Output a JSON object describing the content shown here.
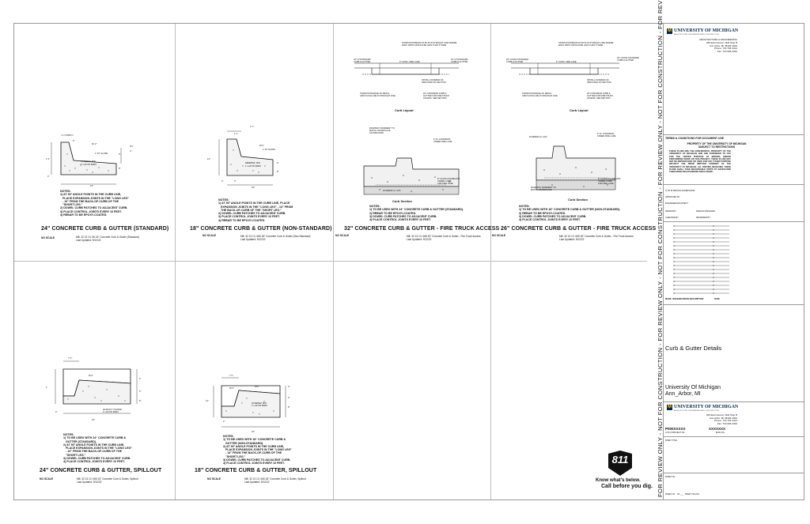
{
  "details": [
    {
      "title": "24\" CONCRETE CURB & GUTTER (STANDARD)",
      "scale": "NO SCALE",
      "ref": "M8: 32 13 13 .06 24\" Concrete Curb & Gutter (Standard)",
      "updated": "Last Updated: 9/12/22",
      "notes": "NOTES:\n1) AT 90° ANGLE POINTS IN THE CURB LINE,\n   PLACE EXPANSION JOINTS IN THE \"LONG LEG\"\n   - 10\" FROM THE BACK-OF-CURB OF THE\n   \"SHORT LEG.\"\n2) DOWEL CURB PATCHES TO ADJACENT CURB.\n3) PLACE CONTROL JOINTS EVERY 10 FEET.\n4) REBAR TO BE EPOXY-COATED.",
      "labels": [
        "7 ½\"",
        "6\"",
        "R= 2\"",
        "1\" PT. SLOPE",
        "#4 REBAR, MIN.",
        "1' LAP ON BARS",
        "24\"",
        "6\"",
        "4\"",
        "8\"",
        "1' 4\"",
        "3½\"",
        "¾\""
      ]
    },
    {
      "title": "18\" CONCRETE CURB & GUTTER (NON-STANDARD)",
      "scale": "NO SCALE",
      "ref": "M8: 32 13 13 .065 18\" Concrete Curb & Gutter (Non-Standard)",
      "updated": "Last Updated: 9/12/22",
      "notes": "NOTES:\n1) AT 90° ANGLE POINTS IN THE CURB LINE, PLACE\n   EXPANSION JOINTS IN THE \"LONG LEG\" - 13\" FROM\n   THE BACK-OF-CURB OF THE \"SHORT LEG.\"\n2) DOWEL CURB PATCHES TO ADJACENT CURB.\n3) PLACE CONTROL JOINTS EVERY 10 FEET.\n4) REBAR TO BE EPOXY-COATED.",
      "labels": [
        "1 ¼\"",
        "1 ¾\"",
        "R=2\"",
        "1\" PT SLOPE",
        "#4 REBAR, MIN.",
        "1' LAP ON BARS",
        "18\"",
        "14\"",
        "8\"",
        "4\"",
        "6\"",
        "4\""
      ]
    },
    {
      "title": "32\" CONCRETE CURB & GUTTER - FIRE TRUCK ACCESS",
      "scale": "NO SCALE",
      "ref": "M8: 32 13 13 .068 32\" Concrete Curb & Gutter - Fire Truck Access",
      "updated": "Last Updated: 9/12/22",
      "sub1": "Curb Layout",
      "sub2": "Curb Section",
      "notes": "NOTES:\n1) TO BE USED WITH 24\" CONCRETE CURB & GUTTER (STANDARD).\n2) REBAR TO BE EPOXY-COATED.\n3) DOWEL CURB PATCHES TO ADJACENT CURB.\n4) PLACE CONTROL JOINTS EVERY 10 FEET.",
      "labels": [
        "TRANSITION BEGIN AT 80 40 IN STRAIGHT LINE WHERE\nWALK WIDTH WOULD BE LESS THAN 5' WIDE",
        "24\" of STANDARD\nCURB & GUTTER",
        "6\" CONC. FIRE LANE",
        "24\" of STANDARD\nCURB & GUTTER",
        "INSTALL #4 REBAR AS\nINDICATED ON SECTION",
        "TRANSITION EDGE OF METAL\nAND FLUSH LINE IN STRAIGHT LINE",
        "32\" CONCRETE CURB &\nGUTTER FOR FIRE TRUCK\nACCESS. SEE SECTION",
        "ROADWAY PAVEMENT TO\nMATCH OR REPLACE\nAS INDICATED",
        "6\" FL CONCRETE\nUNDER FIRE LANE",
        "#4 REBAR (2' LAP)",
        "8\" CLASS AGGREGATE\nUNDER CURB,\nAND FIRE LANE"
      ]
    },
    {
      "title": "26\" CONCRETE CURB & GUTTER - FIRE TRUCK ACCESS",
      "scale": "NO SCALE",
      "ref": "M8: 32 13 13 .069 26\" Concrete Curb & Gutter - Fire Truck Access",
      "updated": "Last Updated: 9/12/22",
      "sub1": "Curb Layout",
      "sub2": "Curb Section",
      "notes": "NOTES:\n1) TO BE USED WITH 18\" CONCRETE CURB & GUTTER (NON-STANDARD).\n2) REBAR TO BE EPOXY-COATED.\n3) DOWEL CURB PATCHES TO ADJACENT CURB.\n4) PLACE CONTROL JOINTS EVERY 10 FEET.",
      "labels": [
        "TRANSITION BEGIN AT 80 40 IN STRAIGHT LINE WHERE\nWALK WIDTH WOULD BE LESS THAN 5' WIDE",
        "18\" of NON-STANDARD\nCURB & GUTTER",
        "6\" CONC. FIRE LANE",
        "18\" of NON-STANDARD\nCURB & GUTTER",
        "INSTALL #4 REBAR AS\nINDICATED ON SECTION",
        "TRANSITION EDGE OF METAL\nAND FLUSH LINE IN STRAIGHT LINE",
        "26\" CONCRETE CURB &\nGUTTER FOR FIRE TRUCK\nACCESS. SEE SECTION",
        "#4 REBAR (2' LAP)",
        "6\" FL CONCRETE\nUNDER FIRE LANE",
        "ROADWAY PAVEMENT TO\nMATCH OR REPLACE",
        "8\" CLASS AGGREGATE\nUNDER CURB,\nAND FIRE LANE"
      ]
    },
    {
      "title": "24\" CONCRETE CURB & GUTTER, SPILLOUT",
      "scale": "NO SCALE",
      "ref": "M8: 32 13 13 .065 24\" Concrete Curb & Gutter, Spillout",
      "updated": "Last Updated: 9/12/22",
      "notes": "NOTES:\n1) TO BE USED WITH 24\" CONCRETE CURB &\n   GUTTER (STANDARD).\n2) AT 90° ANGLE POINTS IN THE CURB LINE,\n   PLACE EXPANSION JOINTS IN THE \"LONG LEG\"\n   - 13\" FROM THE BACK-OF-CURB OF THE\n   \"SHORT LEG.\"\n3) DOWEL CURB PATCHES TO ADJACENT CURB.\n4) PLACE CONTROL JOINTS EVERY 10 FEET.",
      "labels": [
        "7 ½\"",
        "R=2\"",
        "1'",
        "3\"",
        "6\"",
        "24\"",
        "8\"",
        "4\"",
        "#4 EPOXY COATED\n1' LAP ON BARS"
      ]
    },
    {
      "title": "18\" CONCRETE CURB & GUTTER, SPILLOUT",
      "scale": "NO SCALE",
      "ref": "M8: 32 13 13 .065 18\" Concrete Curb & Gutter, Spillout",
      "updated": "Last Updated: 9/12/22",
      "notes": "NOTES:\n1) TO BE USED WITH 18\" CONCRETE CURB &\n   GUTTER (NON-STANDARD).\n2) AT 90° ANGLE POINTS IN THE CURB LINE,\n   PLACE EXPANSION JOINTS IN THE \"LONG LEG\"\n   - 13\" FROM THE BACK-OF-CURB OF THE\n   \"SHORT LEG.\"\n3) DOWEL CURB PATCHES TO ADJACENT CURB.\n4) PLACE CONTROL JOINTS EVERY 10 FEET.",
      "labels": [
        "7 ½\"",
        "R=2\"",
        "R=2\"",
        "3\"",
        "6\"",
        "14\"",
        "8\"",
        "4\"",
        "18\"",
        "#4 REBAR, MIN.\n1' LAP ON BARS"
      ]
    }
  ],
  "dig": {
    "number": "811",
    "line1": "Know what's below.",
    "line2": "Call before you dig."
  },
  "stamp_text": "FOR REVIEW ONLY - NOT FOR CONSTRUCTION - FOR REVIEW ONLY - NOT FOR CONSTRUCTION - FOR REVIEW ONLY - NOT FOR CONSTRUCTION - FOR REVIEW ONLY - NOT FOR CONSTRUCTION",
  "title_block": {
    "logo_text": "UNIVERSITY OF MICHIGAN",
    "logo_sub": "ARCHITECTURE, ENGINEERING AND CONSTRUCTION",
    "dept": "ARCHITECTURE & ENGINEERING",
    "address": "326 East Hoover, Mail Stop B\nAnn Arbor, MI 48109-1002\nPhone: 734 764-3414\nFax: 734 936-3334",
    "terms_title": "TERMS & CONDITIONS FOR DOCUMENT USE",
    "terms_head": "PROPERTY OF THE UNIVERSITY OF MICHIGAN\nSUBJECT TO RESTRICTIONS",
    "terms_body": "THESE PLANS ARE THE CONFIDENTIAL PROPERTY OF THE UNIVERSITY OF MICHIGAN AND ARE FURNISHED TO YOU FOR THE LIMITED PURPOSE OF BIDDING AND/OR PERFORMING WORK ON THIS PROJECT. THESE PLANS MAY NOT BE REPRODUCED OR USED FOR ANY OTHER PURPOSE WITHOUT THE PRIOR WRITTEN CONSENT OF THE UNIVERSITY OF MICHIGAN. ALL PARTIES RECEIVING THESE PLANS SHALL TAKE REASONABLE STEPS TO SAFEGUARD THEM FROM UNAUTHORIZED DISCLOSURE.",
    "fields": [
      "U OF M DESIGN SUPERVISOR",
      "APPROVED BY",
      "ENGINEER/ARCHITECT",
      "DRAWN BY",
      "DESIGN MANAGER",
      "CHECKED BY",
      "REVIEWED BY"
    ],
    "rev_header": [
      "MARK",
      "ISSUE/REVISION DESCRIPTION",
      "DATE"
    ],
    "rev_rows": 18,
    "sheet_title": "Curb & Gutter Details",
    "location_1": "University Of Michigan",
    "location_2": "Ann_Arbor, MI",
    "project_no": "P000XXXXX",
    "project_no_2": "XXXXXXX",
    "project_label": "U OF M PROJECT NO.",
    "bldg_label": "BLDG NO.",
    "sheet_title_label": "SHEET TITLE",
    "sheet_no_label": "SHEET NO.",
    "sheet_footer": "SHEET NO.   OF ___   SHEET FILE NO."
  }
}
